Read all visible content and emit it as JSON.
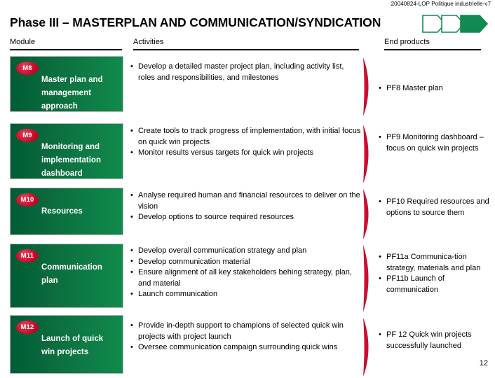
{
  "document": {
    "meta_line": "20040824-LOP Politique industrielle-v7",
    "title": "Phase III – MASTERPLAN AND COMMUNICATION/SYNDICATION",
    "page_number": "12"
  },
  "colors": {
    "module_green_dark": "#005c33",
    "module_green_light": "#108a4c",
    "badge_red": "#cf0a2c",
    "leaf_red": "#c8102e",
    "chevron_green": "#0f8a50",
    "rule_black": "#000000"
  },
  "phase_indicator": {
    "segments": [
      {
        "name": "phase-1",
        "filled": false
      },
      {
        "name": "phase-2",
        "filled": false
      },
      {
        "name": "phase-3",
        "filled": true
      }
    ]
  },
  "columns": {
    "module": "Module",
    "activities": "Activities",
    "end_products": "End products"
  },
  "rows": [
    {
      "id": "M8",
      "badge": "M8",
      "module_label": "Master plan and management approach",
      "activities": [
        "Develop a detailed master project plan, including activity list, roles and responsibilities, and milestones"
      ],
      "end_products": [
        "PF8 Master plan"
      ]
    },
    {
      "id": "M9",
      "badge": "M9",
      "module_label": "Monitoring and implementation dashboard",
      "activities": [
        "Create tools to track progress of implementation, with initial focus on quick win projects",
        "Monitor results versus targets for quick win projects"
      ],
      "end_products": [
        "PF9 Monitoring dashboard – focus on quick win projects"
      ]
    },
    {
      "id": "M10",
      "badge": "M10",
      "module_label": "Resources",
      "activities": [
        "Analyse required human and financial resources to deliver on the vision",
        "Develop options to source required resources"
      ],
      "end_products": [
        "PF10 Required resources and options to source them"
      ]
    },
    {
      "id": "M11",
      "badge": "M11",
      "module_label": "Communication plan",
      "activities": [
        "Develop overall communication strategy and plan",
        "Develop communication material",
        "Ensure alignment of all key stakeholders behing strategy, plan, and material",
        "Launch communication"
      ],
      "end_products": [
        "PF11a Communica-tion strategy, materials and plan",
        "PF11b Launch of communication"
      ]
    },
    {
      "id": "M12",
      "badge": "M12",
      "module_label": "Launch of quick win projects",
      "activities": [
        "Provide in-depth support to champions of selected quick win projects with project launch",
        "Oversee communication campaign surrounding quick wins"
      ],
      "end_products": [
        "PF 12 Quick win projects successfully launched"
      ]
    }
  ]
}
